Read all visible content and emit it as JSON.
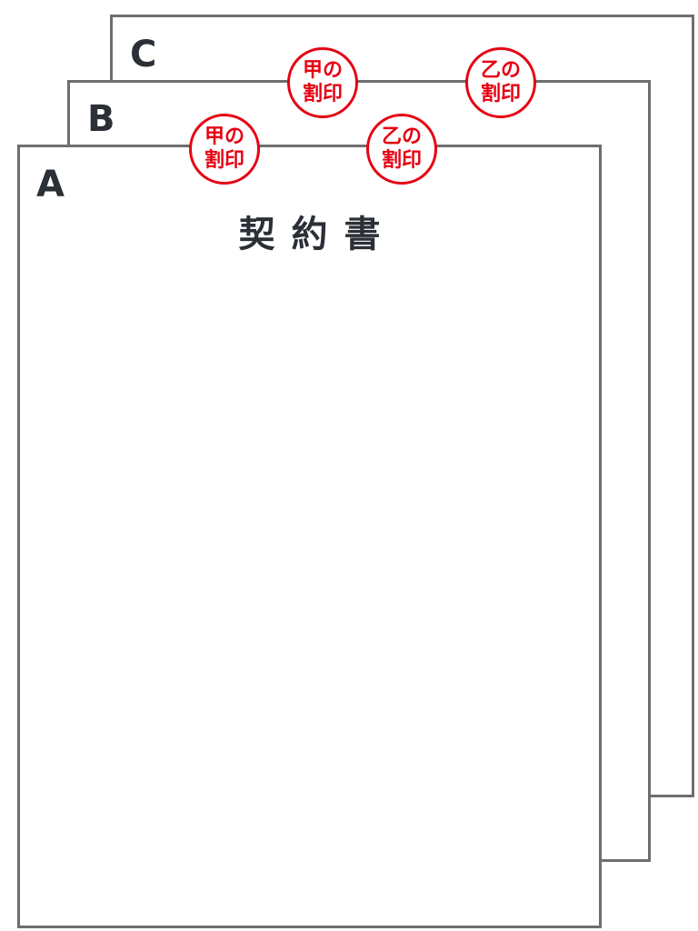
{
  "sheets": {
    "c": {
      "letter": "C"
    },
    "b": {
      "letter": "B"
    },
    "a": {
      "letter": "A",
      "title": "契約書"
    }
  },
  "seals": {
    "c_ko": {
      "line1": "甲の",
      "line2": "割印"
    },
    "c_otsu": {
      "line1": "乙の",
      "line2": "割印"
    },
    "b_ko": {
      "line1": "甲の",
      "line2": "割印"
    },
    "b_otsu": {
      "line1": "乙の",
      "line2": "割印"
    }
  },
  "colors": {
    "sheet_border": "#6e6e6e",
    "letter_text": "#2b2f36",
    "seal_red": "#e60012"
  }
}
